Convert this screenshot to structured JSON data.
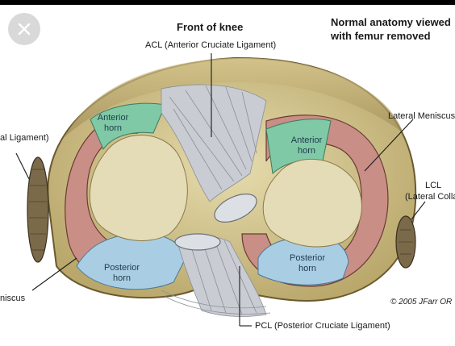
{
  "header": {
    "title": "Front of knee",
    "subtitle_line1": "Normal anatomy viewed",
    "subtitle_line2": "with femur removed"
  },
  "labels": {
    "acl": "ACL (Anterior Cruciate Ligament)",
    "pcl": "PCL (Posterior Cruciate Ligament)",
    "lateral_meniscus": "Lateral Meniscus",
    "lcl_line1": "LCL",
    "lcl_line2": "(Lateral Colla",
    "medial_ligament": "al Ligament)",
    "medial_meniscus": "niscus",
    "anterior_horn_left_1": "Anterior",
    "anterior_horn_left_2": "horn",
    "anterior_horn_right_1": "Anterior",
    "anterior_horn_right_2": "horn",
    "posterior_horn_left_1": "Posterior",
    "posterior_horn_left_2": "horn",
    "posterior_horn_right_1": "Posterior",
    "posterior_horn_right_2": "horn",
    "copyright": "© 2005 JFarr OR"
  },
  "colors": {
    "tibia": "#cfc08a",
    "meniscus": "#c98e86",
    "anterior_horn": "#7fc9a6",
    "posterior_horn": "#a9cde3",
    "ligament": "#c9ccd2",
    "inner_plateau": "#e4dbb7"
  },
  "icons": {
    "close": "close-icon"
  }
}
